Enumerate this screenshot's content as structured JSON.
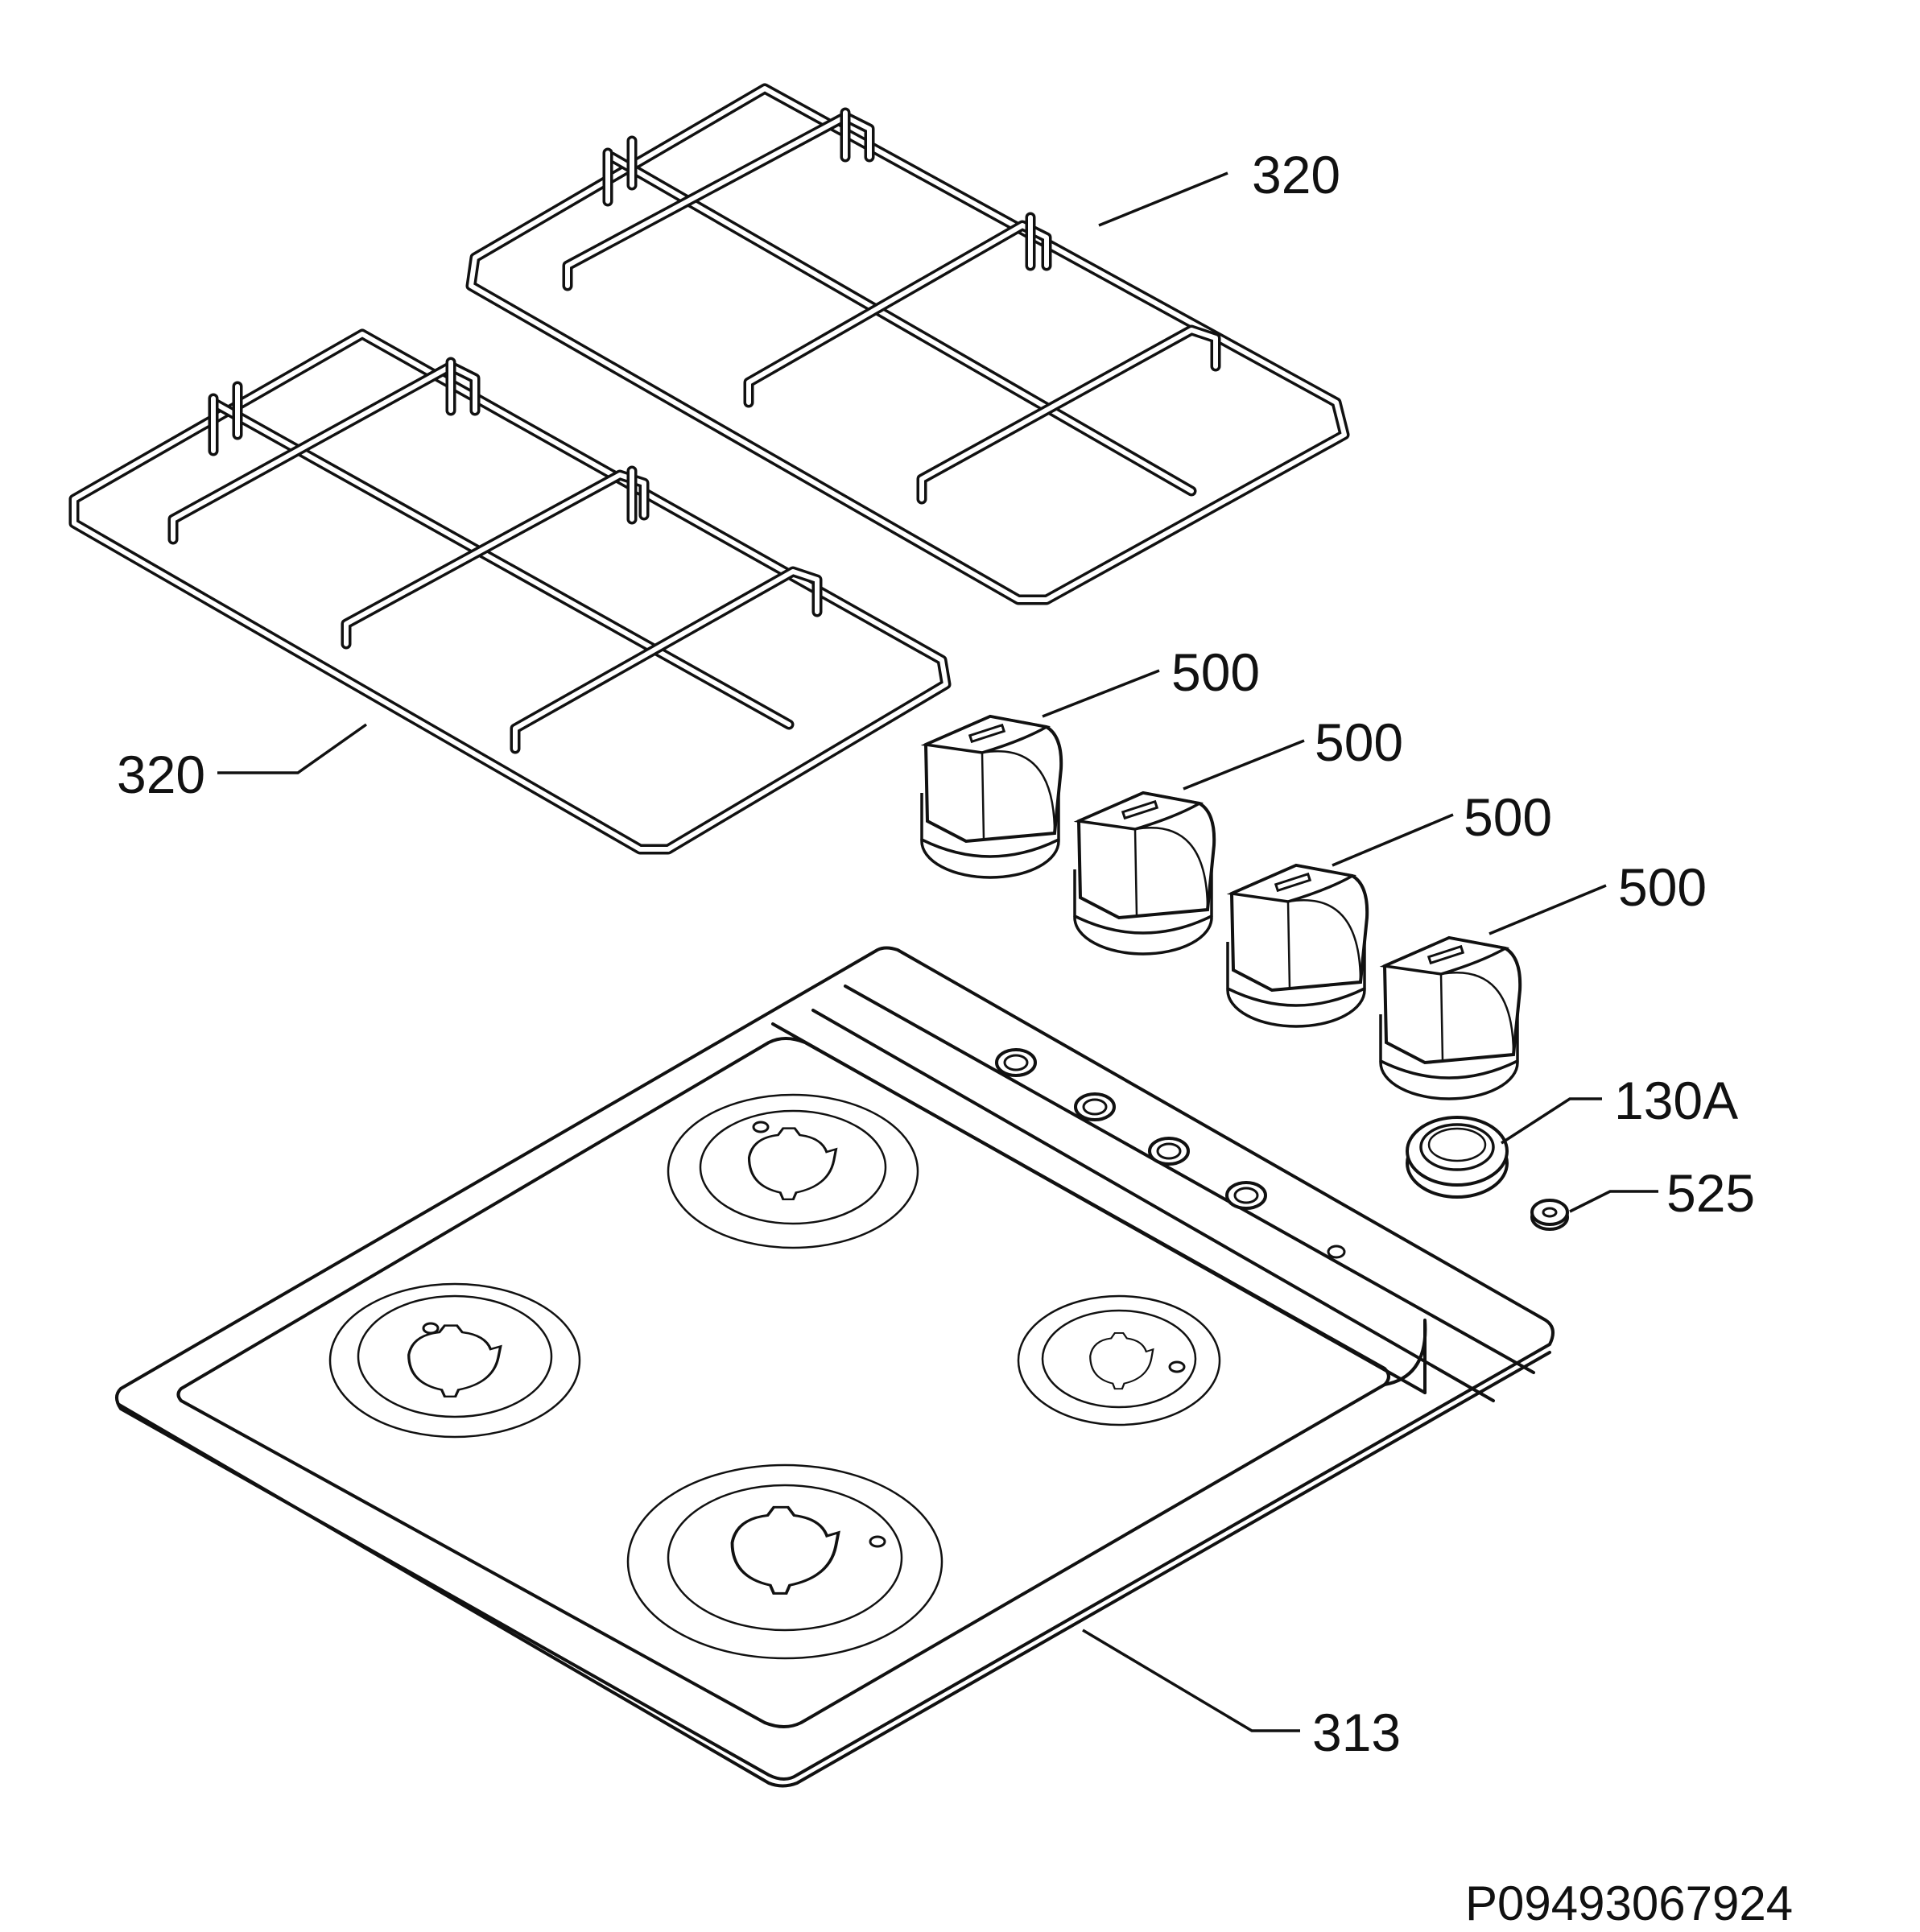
{
  "diagram": {
    "drawing_code": "P09493067924",
    "callouts": [
      {
        "id": "grid-right",
        "text": "320"
      },
      {
        "id": "grid-left",
        "text": "320"
      },
      {
        "id": "knob-1",
        "text": "500"
      },
      {
        "id": "knob-2",
        "text": "500"
      },
      {
        "id": "knob-3",
        "text": "500"
      },
      {
        "id": "knob-4",
        "text": "500"
      },
      {
        "id": "spring-ring",
        "text": "130A"
      },
      {
        "id": "washer",
        "text": "525"
      },
      {
        "id": "hob-top",
        "text": "313"
      }
    ]
  }
}
